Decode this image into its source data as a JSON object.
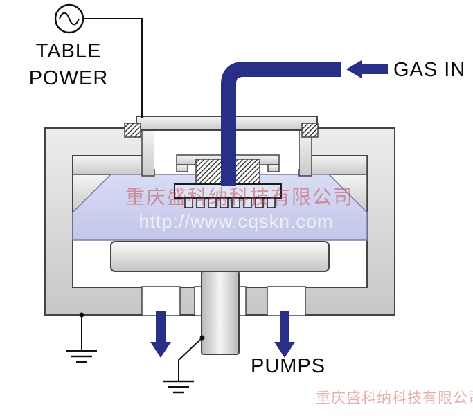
{
  "diagram": {
    "labels": {
      "table_power_line1": "TABLE",
      "table_power_line2": "POWER",
      "gas_in": "GAS IN",
      "pumps": "PUMPS"
    },
    "watermark": {
      "company": "重庆盛科纳科技有限公司",
      "url": "http://www.cqskn.com"
    },
    "icons": {
      "ac_source": "sine-wave-in-circle",
      "ground": "ground-symbol",
      "gas_arrow": "arrow-left",
      "pump_arrow": "arrow-down"
    },
    "colors": {
      "pipe_navy": "#272f87",
      "metal_light": "#f5f5f5",
      "metal_dark": "#c9c9c9",
      "outline": "#444444",
      "plasma": "#ccd0ee",
      "watermark_red": "rgba(195,70,70,0.5)",
      "watermark_white": "rgba(255,246,246,0.8)"
    }
  }
}
